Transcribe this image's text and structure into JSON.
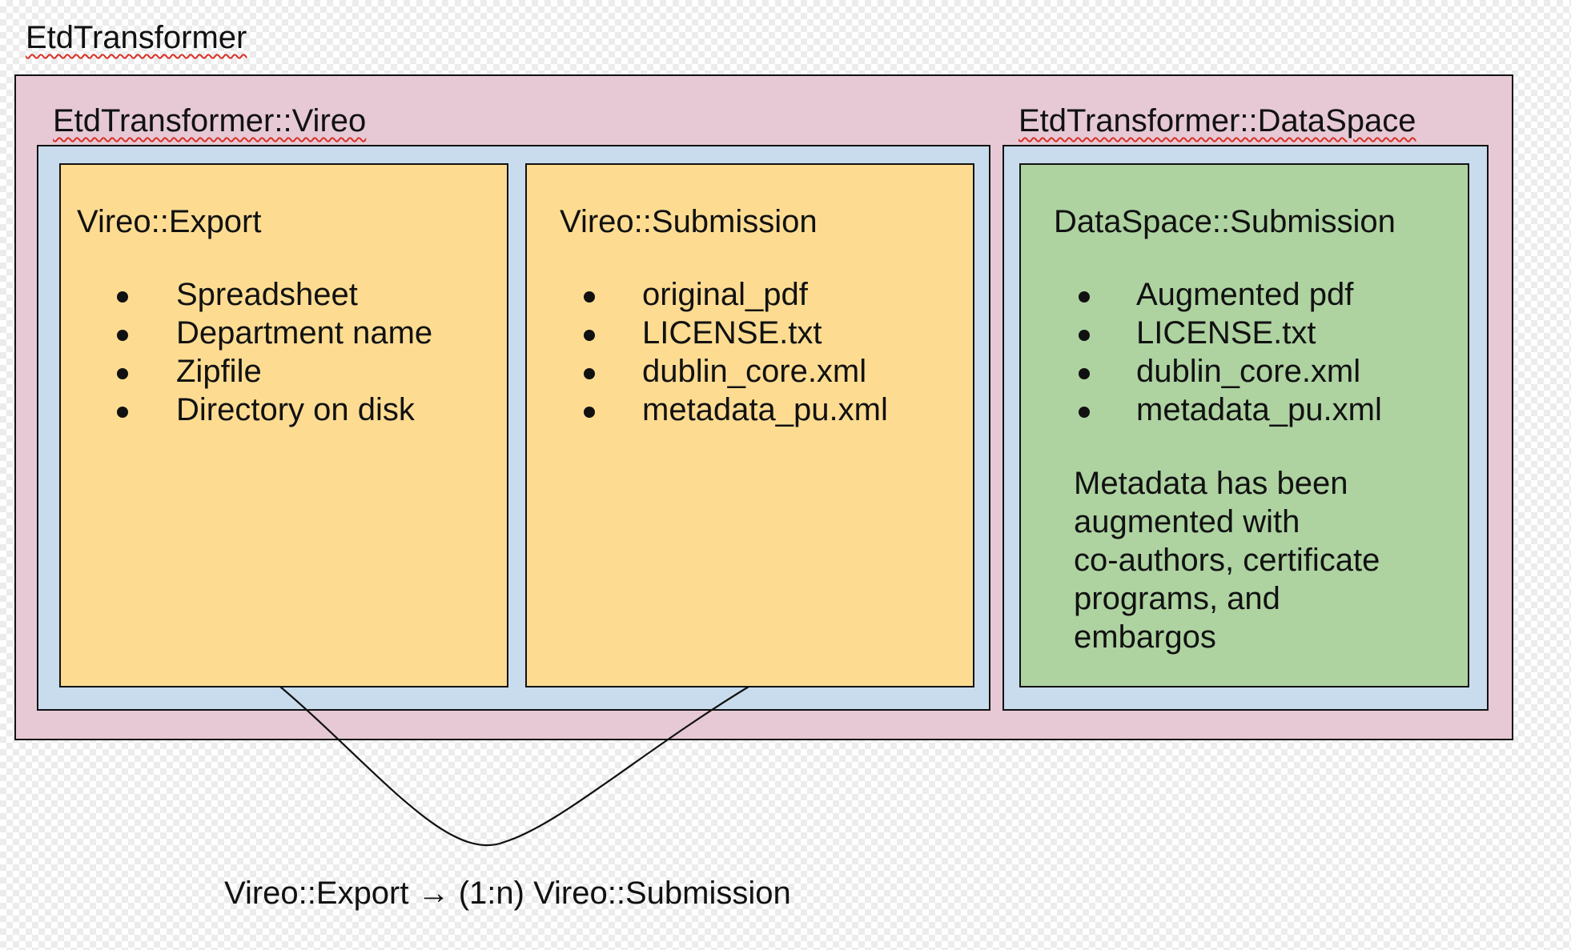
{
  "title": "EtdTransformer",
  "vireo_package": {
    "label": "EtdTransformer::Vireo",
    "export_box": {
      "title": "Vireo::Export",
      "items": [
        "Spreadsheet",
        "Department name",
        "Zipfile",
        "Directory on disk"
      ]
    },
    "submission_box": {
      "title": "Vireo::Submission",
      "items": [
        "original_pdf",
        "LICENSE.txt",
        "dublin_core.xml",
        "metadata_pu.xml"
      ]
    }
  },
  "dataspace_package": {
    "label": "EtdTransformer::DataSpace",
    "submission_box": {
      "title": "DataSpace::Submission",
      "items": [
        "Augmented pdf",
        "LICENSE.txt",
        "dublin_core.xml",
        "metadata_pu.xml"
      ],
      "note_lines": [
        "Metadata has been",
        "augmented with",
        "co-authors, certificate",
        "programs, and",
        "embargos"
      ]
    }
  },
  "relationship_caption": "Vireo::Export → (1:n) Vireo::Submission",
  "colors": {
    "outer_fill": "#e6c9d5",
    "package_fill": "#c9dcee",
    "vireo_box_fill": "#fddc92",
    "dataspace_box_fill": "#aed3a1",
    "spellcheck_underline": "#d93025"
  }
}
